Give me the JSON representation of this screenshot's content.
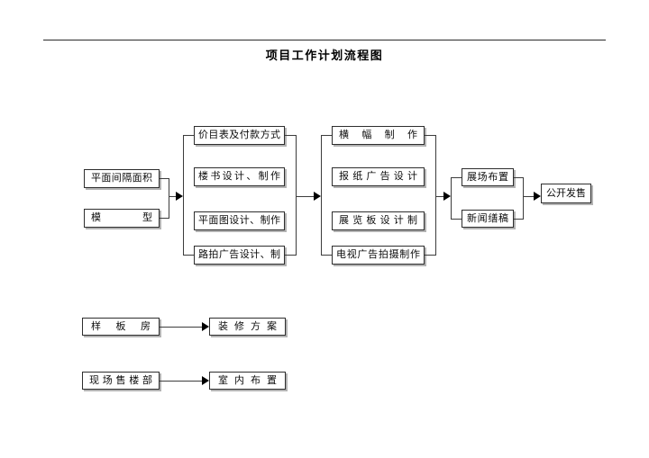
{
  "title": "项目工作计划流程图",
  "flowchart": {
    "stage1": [
      "平面间隔面积",
      "模型"
    ],
    "stage2": [
      "价目表及付款方式",
      "楼书设计、制作",
      "平面图设计、制作",
      "路拍广告设计、制"
    ],
    "stage3": [
      "横幅制作",
      "报纸广告设计",
      "展览板设计制",
      "电视广告拍摄制作"
    ],
    "stage4": [
      "展场布置",
      "新闻缮稿"
    ],
    "stage5": [
      "公开发售"
    ],
    "sample_room_row": {
      "from": "样板房",
      "to": "装修方案"
    },
    "sales_office_row": {
      "from": "现场售楼部",
      "to": "室内布置"
    }
  }
}
